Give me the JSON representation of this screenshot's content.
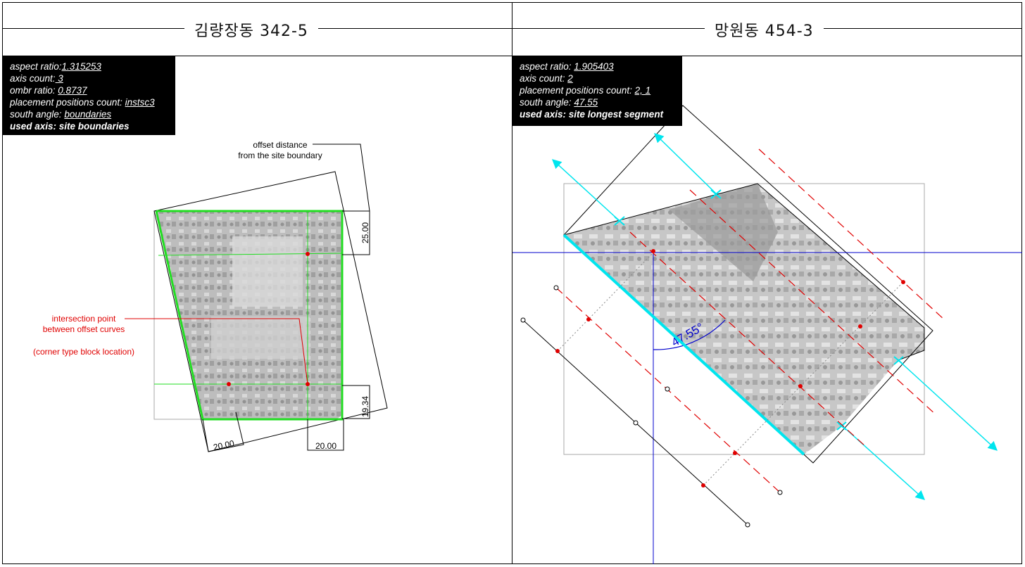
{
  "panels": {
    "left": {
      "title": "김량장동 342-5",
      "info": {
        "aspect_ratio_label": "aspect ratio:",
        "aspect_ratio_value": "1.315253",
        "axis_count_label": "axis count:",
        "axis_count_value": " 3",
        "ombr_ratio_label": "ombr ratio: ",
        "ombr_ratio_value": "0.8737",
        "placement_label": "placement positions count: ",
        "placement_value": " instsc3",
        "south_angle_label": "south angle: ",
        "south_angle_value": "boundaries",
        "used_axis": "used axis: site boundaries"
      },
      "annotations": {
        "offset_line1": "offset distance",
        "offset_line2": "from the site boundary",
        "intersection_line1": "intersection point",
        "intersection_line2": "between offset curves",
        "corner_note": "(corner type block location)"
      },
      "dimensions": {
        "right_top": "25.00",
        "right_bottom": "19.34",
        "bottom_left": "20.00",
        "bottom_right": "20.00"
      }
    },
    "right": {
      "title": "망원동 454-3",
      "info": {
        "aspect_ratio_label": "aspect ratio: ",
        "aspect_ratio_value": "1.905403",
        "axis_count_label": "axis count: ",
        "axis_count_value": "2",
        "placement_label": "placement positions count: ",
        "placement_value": "2, 1",
        "south_angle_label": "south angle: ",
        "south_angle_value": "47.55",
        "used_axis": "used axis: site longest segment"
      },
      "angle_label": "47.55°"
    }
  },
  "colors": {
    "boundary_green": "#22dd22",
    "axis_cyan": "#00e5ee",
    "offset_red": "#e00000",
    "angle_blue": "#0000cc"
  }
}
